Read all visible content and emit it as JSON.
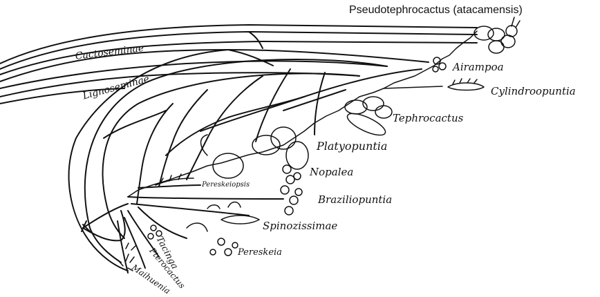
{
  "diagram": {
    "header_label": "Pseudotephrocactus (atacamensis)",
    "branches": {
      "upper": "Cactoseminae",
      "lower": "Lignoseminae"
    },
    "taxa": {
      "airampoa": "Airampoa",
      "cylindroopuntia": "Cylindroopuntia",
      "tephrocactus": "Tephrocactus",
      "platyopuntia": "Platyopuntia",
      "nopalea": "Nopalea",
      "pereskeiopsis": "Pereskeiopsis",
      "braziliopuntia": "Braziliopuntia",
      "spinozissimae": "Spinozissimae",
      "pereskeia": "Pereskeia",
      "tacinga": "Tacinga",
      "pterocactus": "Pterocactus",
      "maihuenia": "Maihuenia"
    },
    "colors": {
      "ink": "#111111",
      "paper": "#ffffff"
    }
  }
}
